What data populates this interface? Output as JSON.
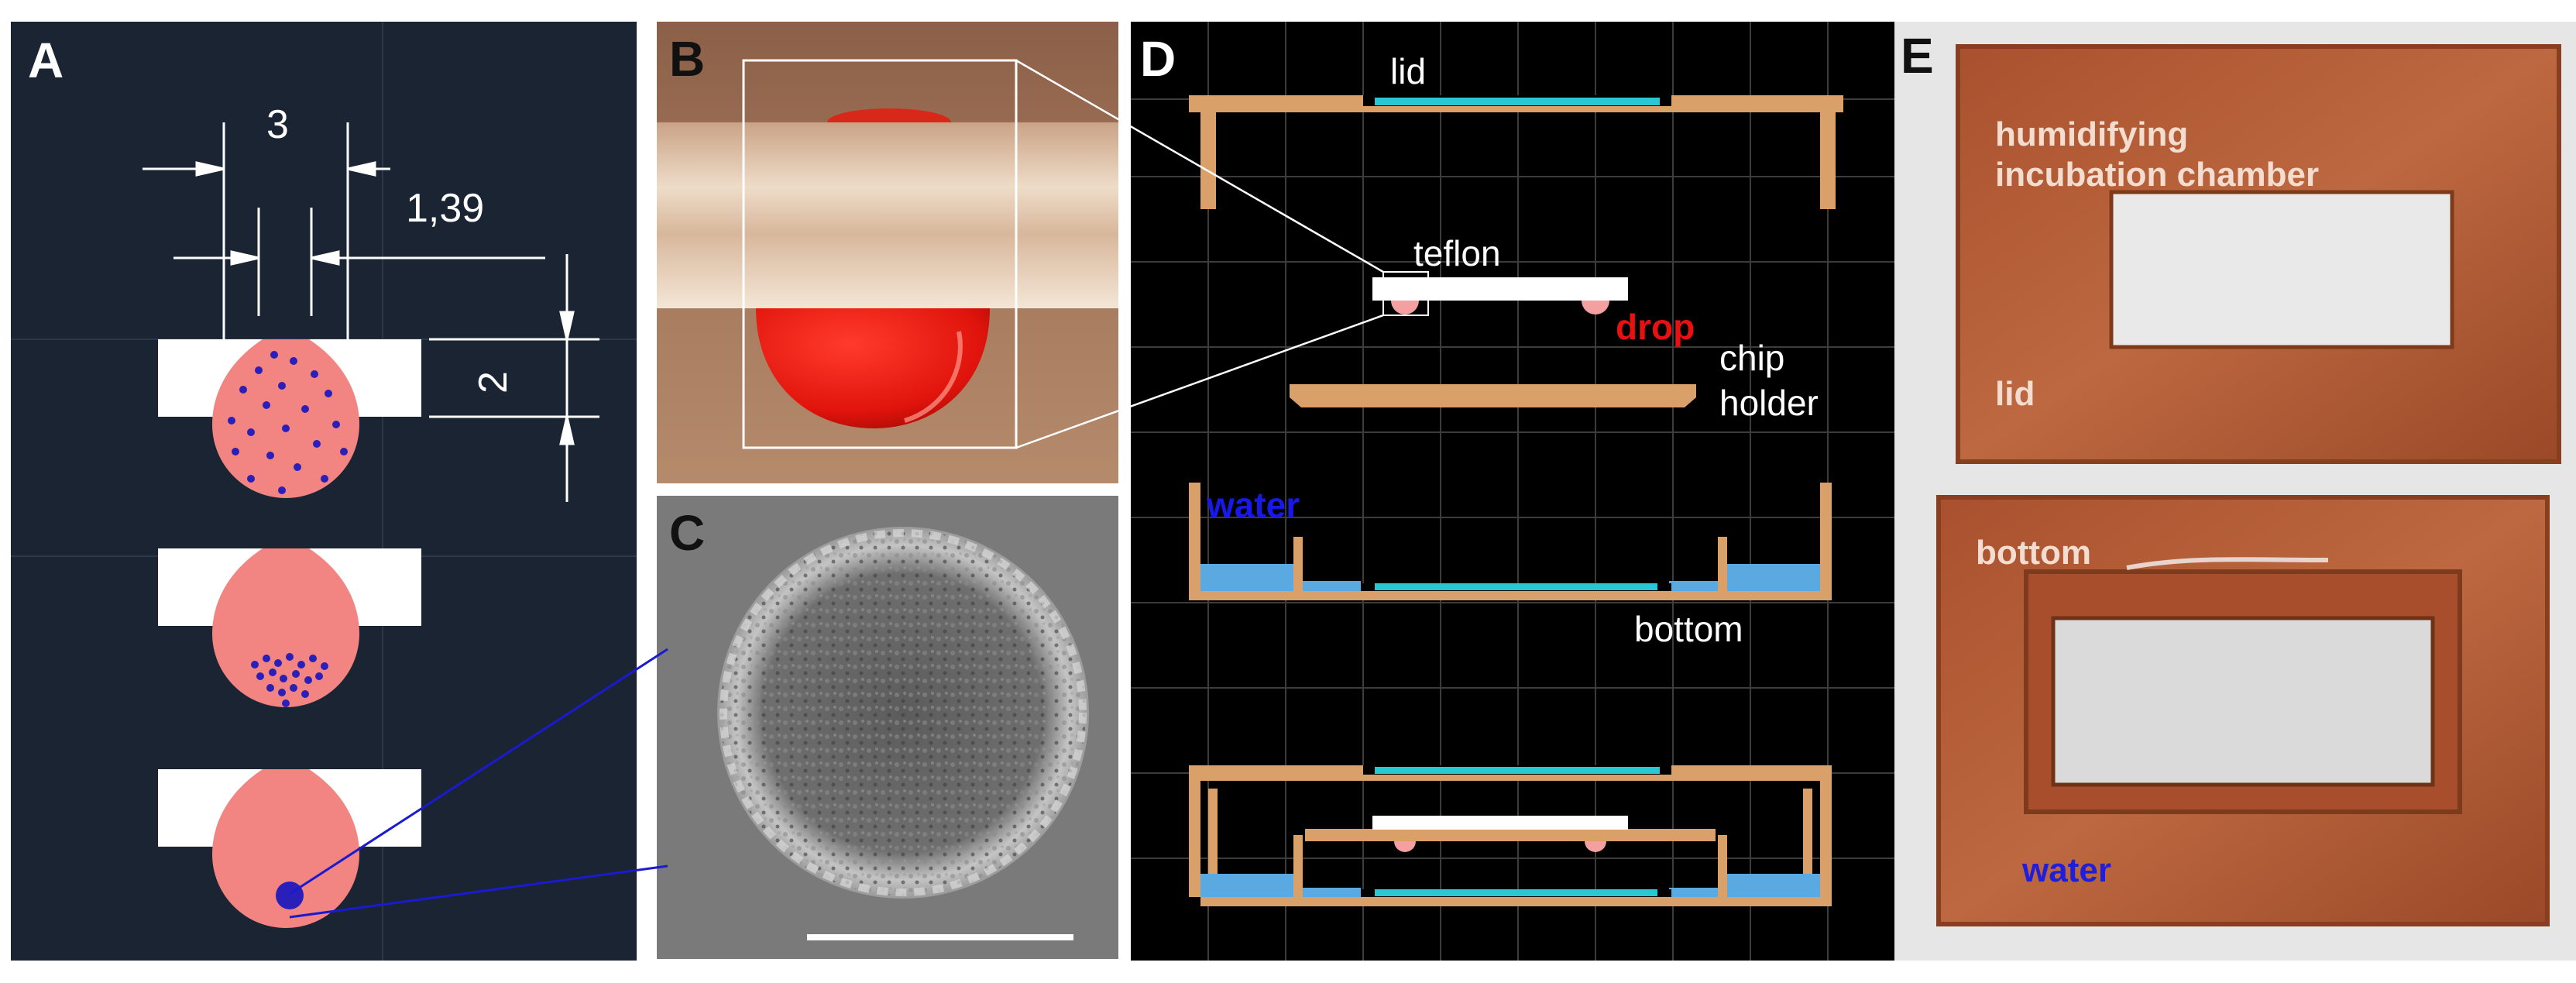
{
  "panels": {
    "a": {
      "label": "A",
      "dimensions": {
        "width": "3",
        "inner": "1,39",
        "height": "2"
      },
      "colors": {
        "background": "#1b2433",
        "drop": "#f28482",
        "cells": "#2a1fb8",
        "plate": "#ffffff"
      }
    },
    "b": {
      "label": "B"
    },
    "c": {
      "label": "C"
    },
    "d": {
      "label": "D",
      "parts": {
        "lid": "lid",
        "teflon": "teflon",
        "drop": "drop",
        "chip_holder_line1": "chip",
        "chip_holder_line2": "holder",
        "water": "water",
        "bottom": "bottom"
      },
      "colors": {
        "frame": "#d9a06a",
        "glass": "#29c6d3",
        "water": "#5aa9e0",
        "drop": "#f4a0a0",
        "drop_text": "#e81010",
        "water_text": "#1818e8"
      }
    },
    "e": {
      "label": "E",
      "annotations": {
        "chamber_line1": "humidifying",
        "chamber_line2": "incubation chamber",
        "lid": "lid",
        "bottom": "bottom",
        "water": "water"
      },
      "colors": {
        "plastic": "#b35a36",
        "water_text": "#1e1ee0"
      }
    }
  }
}
